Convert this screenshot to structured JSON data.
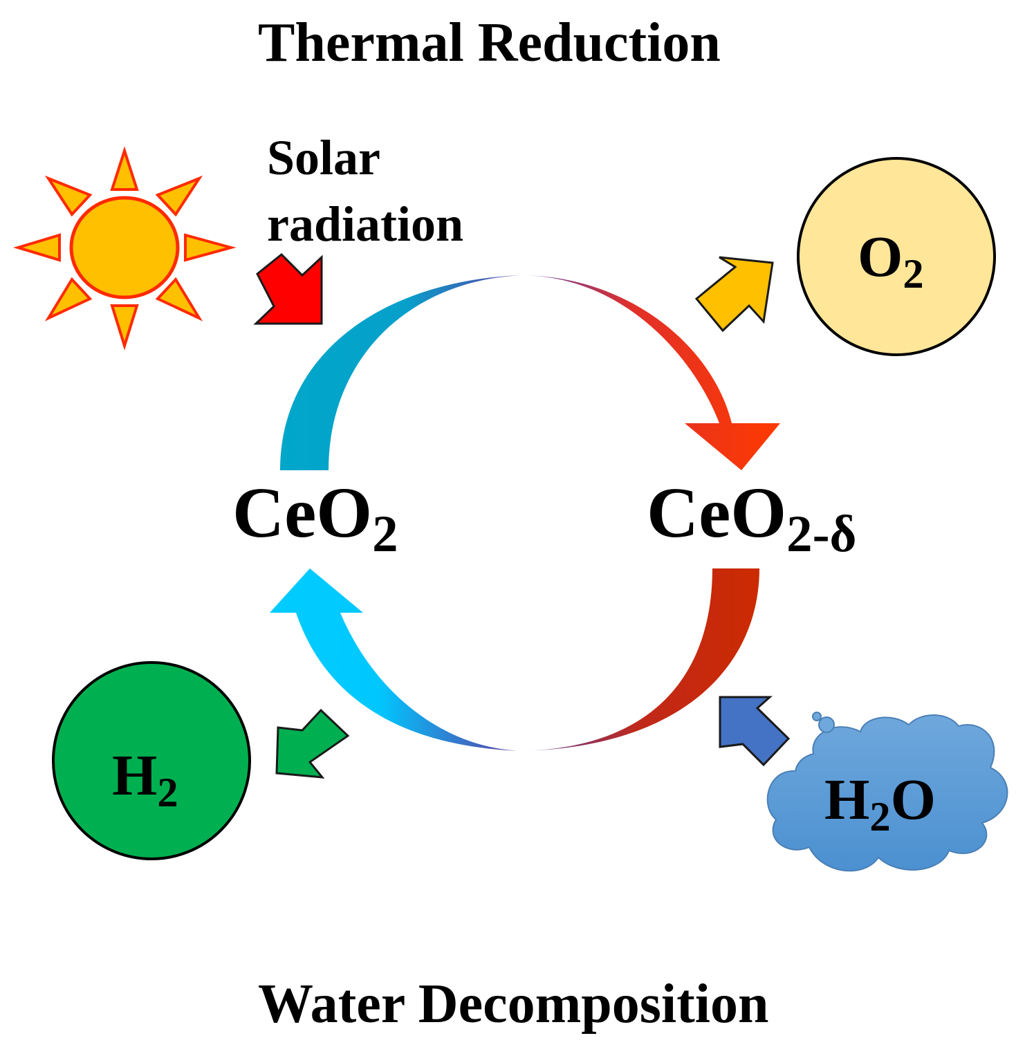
{
  "title_top": "Thermal Reduction",
  "title_bottom": "Water Decomposition",
  "solar": {
    "line1": "Solar",
    "line2": "radiation"
  },
  "ceo2": {
    "base": "CeO",
    "sub": "2"
  },
  "ceo2_delta": {
    "base": "CeO",
    "sub": "2-δ"
  },
  "o2": {
    "base": "O",
    "sub": "2"
  },
  "h2": {
    "base": "H",
    "sub": "2"
  },
  "h2o": {
    "base": "H",
    "sub": "2",
    "tail": "O"
  },
  "colors": {
    "sun_fill": "#FFC000",
    "sun_stroke": "#FF2A00",
    "solar_arrow": "#FF0000",
    "o2_arrow": "#FFC000",
    "o2_circle": "#FFE699",
    "h2_circle": "#00B050",
    "h2_arrow": "#00B050",
    "h2o_arrow": "#4472C4",
    "cloud": "#5B9BD5",
    "cycle_top_start": "#00A0C6",
    "cycle_top_end": "#FF3300",
    "cycle_bottom_start": "#00C8FF",
    "cycle_bottom_end": "#C00000"
  }
}
